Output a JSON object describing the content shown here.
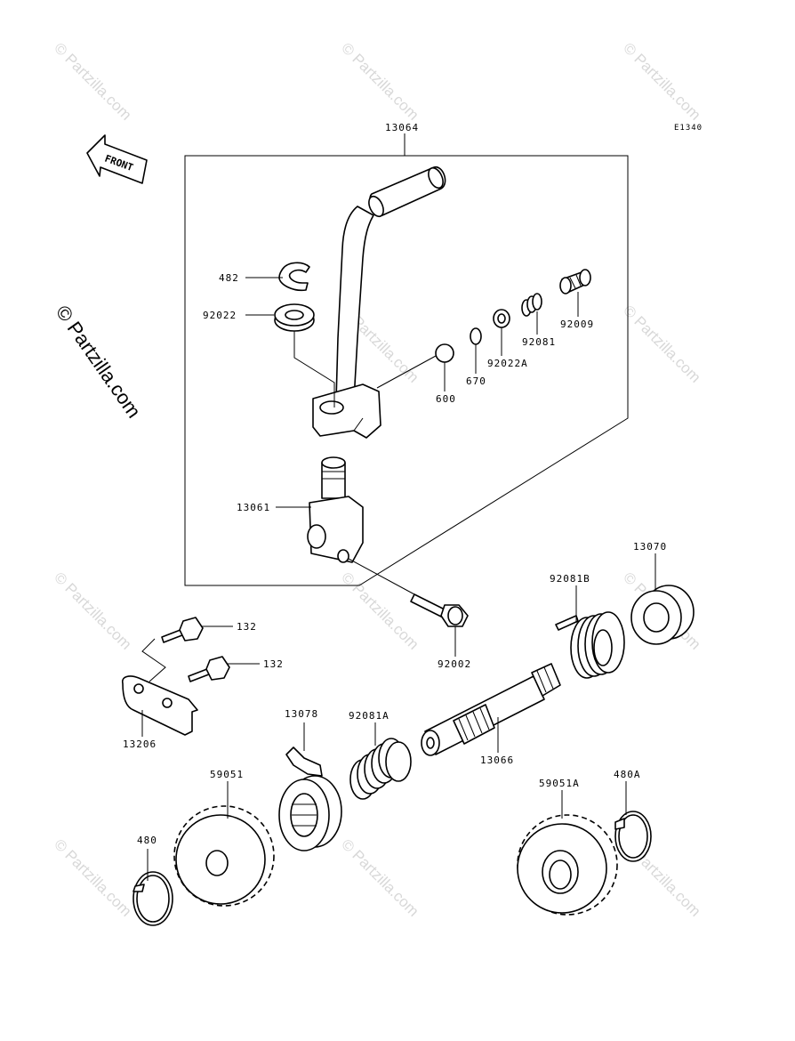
{
  "diagram_code": "E1340",
  "front_label": "FRONT",
  "side_watermark": "© Partzilla.com",
  "watermark": "© Partzilla.com",
  "parts": {
    "p13064": "13064",
    "p482": "482",
    "p92022": "92022",
    "p600": "600",
    "p670": "670",
    "p92022A": "92022A",
    "p92081": "92081",
    "p92009": "92009",
    "p13061": "13061",
    "p92002": "92002",
    "p92081B": "92081B",
    "p13070": "13070",
    "p132a": "132",
    "p132b": "132",
    "p13206": "13206",
    "p13078": "13078",
    "p92081A": "92081A",
    "p13066": "13066",
    "p59051": "59051",
    "p59051A": "59051A",
    "p480A": "480A",
    "p480": "480"
  }
}
